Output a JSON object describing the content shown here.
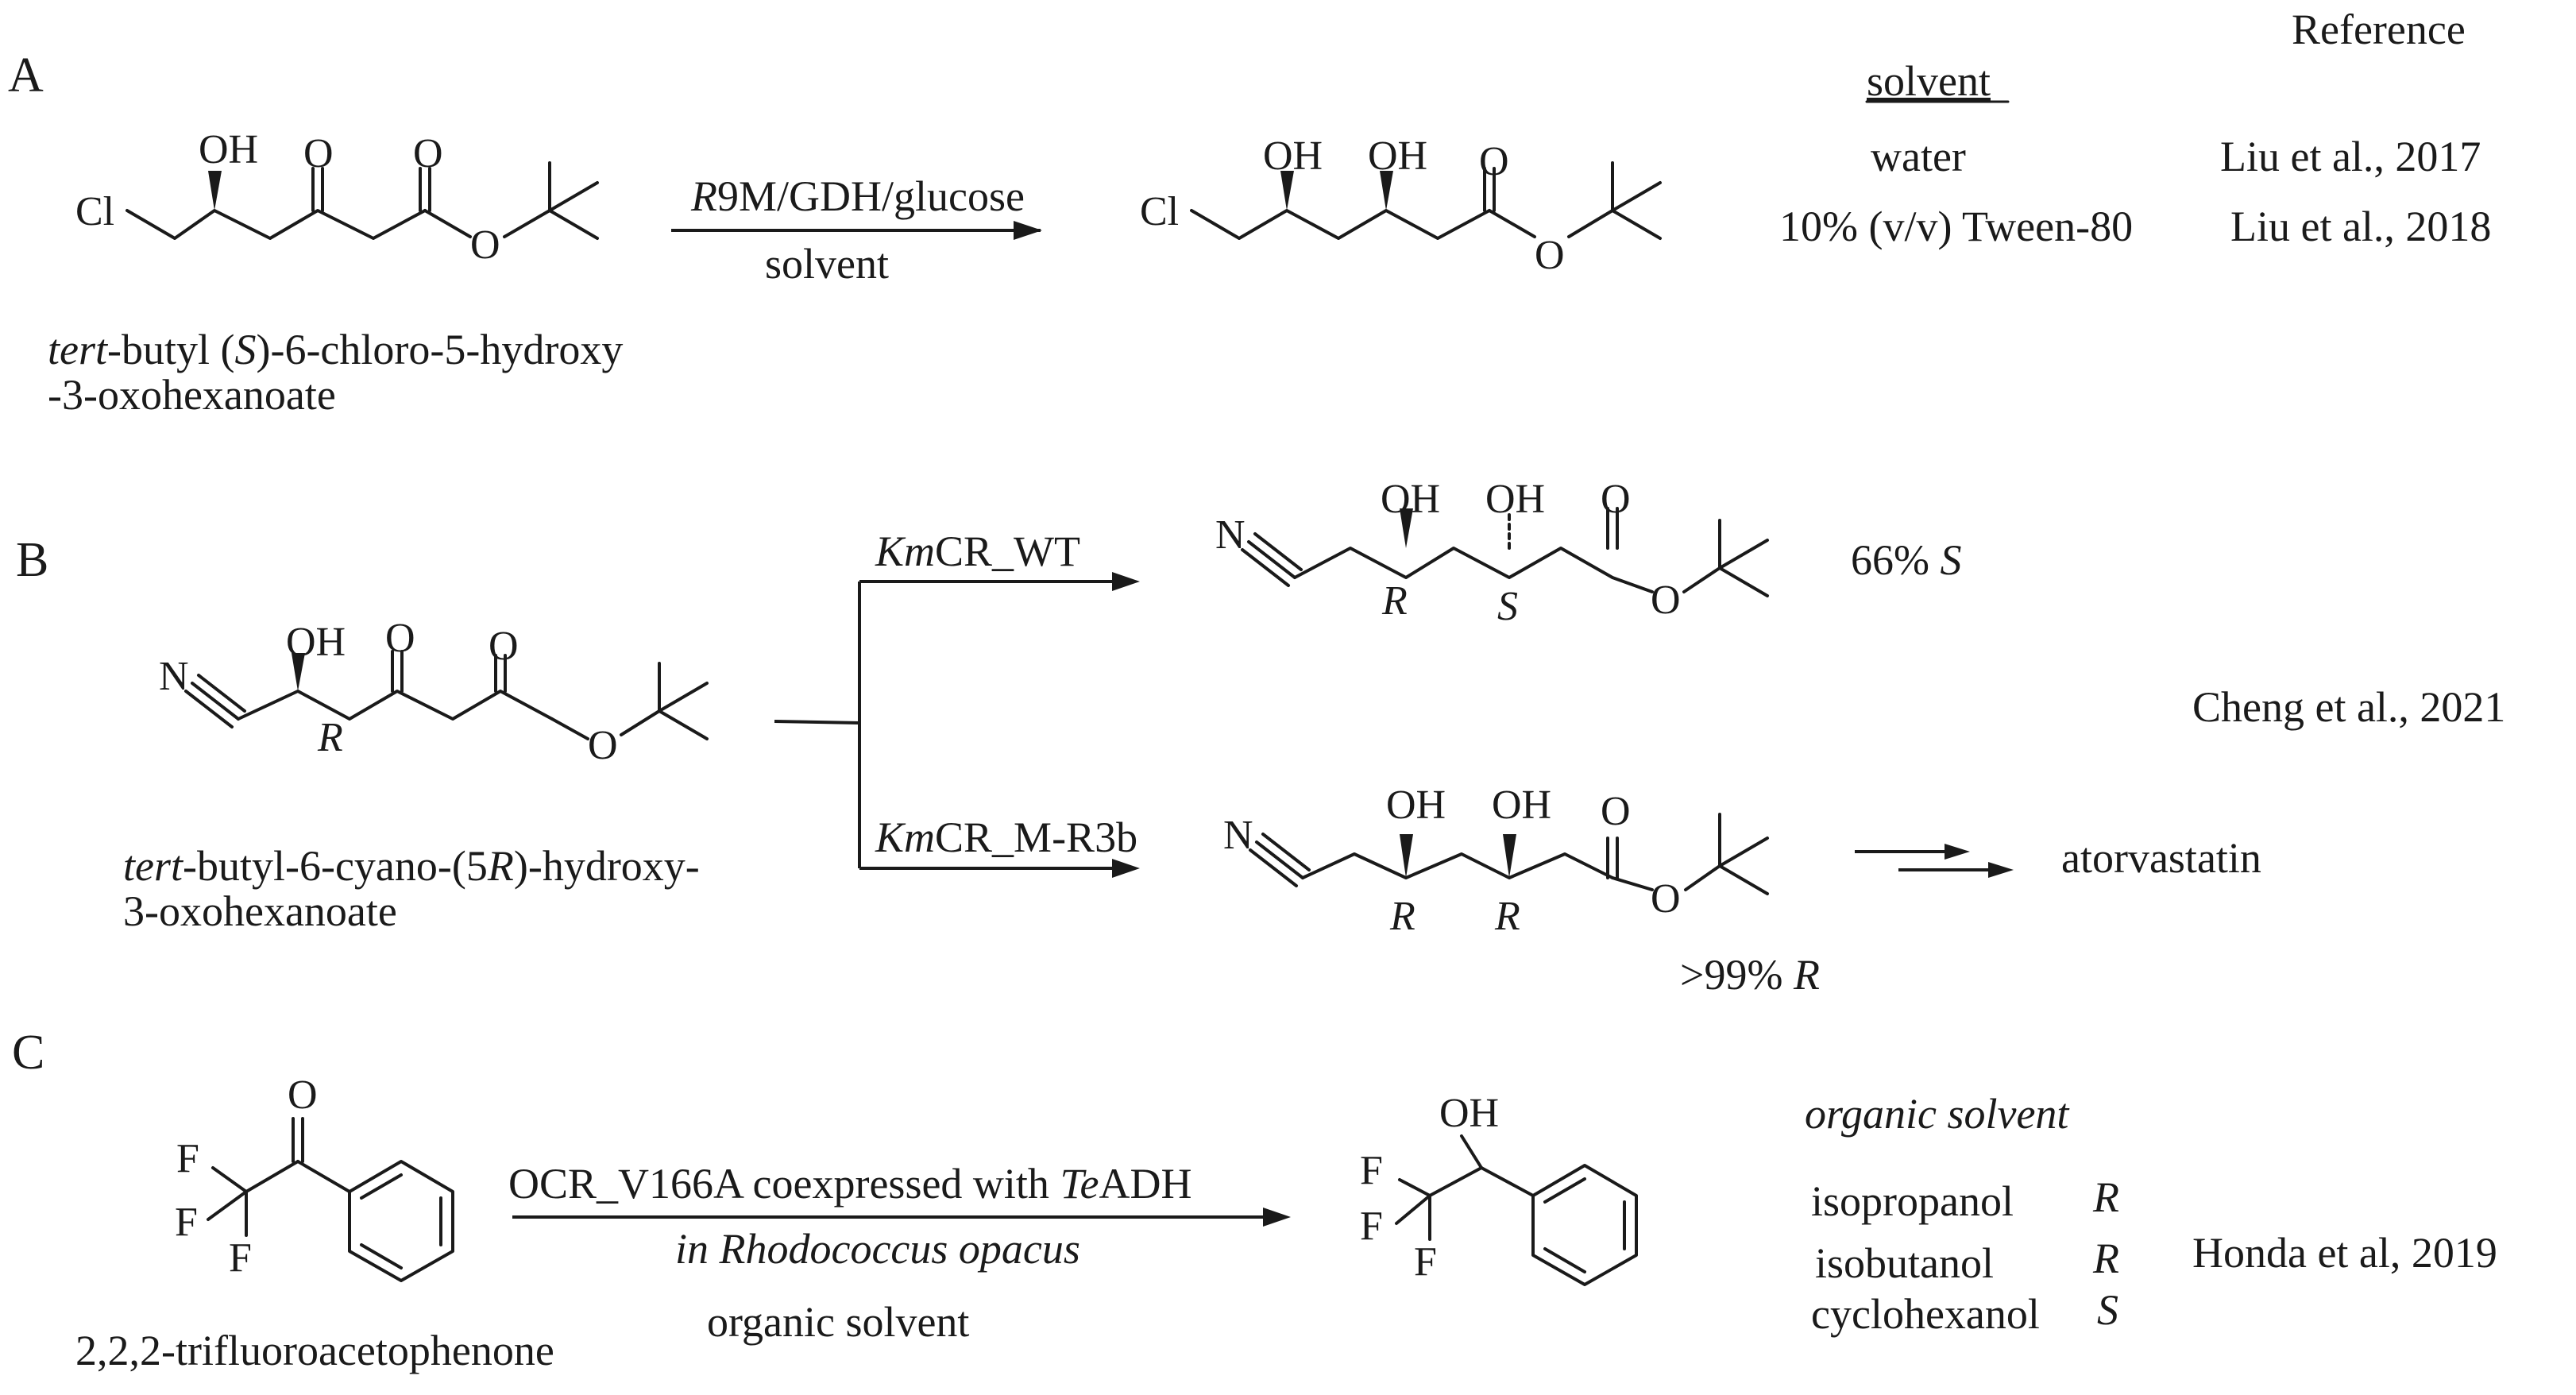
{
  "header": {
    "reference": "Reference"
  },
  "panel_a": {
    "label": "A",
    "substrate_name_line1_italic": "tert",
    "substrate_name_line1_a": "-butyl (",
    "substrate_name_line1_s": "S",
    "substrate_name_line1_b": ")-6-chloro-5-hydroxy",
    "substrate_name_line2": "-3-oxohexanoate",
    "reagent_italic": "R",
    "reagent_rest": "9M/GDH/glucose",
    "condition": "solvent",
    "solvent_header": "solvent",
    "rows": [
      {
        "solvent": "water",
        "reference": "Liu et al., 2017"
      },
      {
        "solvent": "10% (v/v) Tween-80",
        "reference": "Liu et al., 2018"
      }
    ],
    "atoms": {
      "cl": "Cl",
      "oh": "OH",
      "o": "O"
    }
  },
  "panel_b": {
    "label": "B",
    "substrate_name_line1_italic": "tert",
    "substrate_name_line1_a": "-butyl-6-cyano-(5",
    "substrate_name_line1_r": "R",
    "substrate_name_line1_b": ")-hydroxy-",
    "substrate_name_line2": "3-oxohexanoate",
    "enzyme_wt_italic": "Km",
    "enzyme_wt_rest": "CR_WT",
    "enzyme_mut_italic": "Km",
    "enzyme_mut_rest": "CR_M-R3b",
    "result_wt_value": "66%",
    "result_wt_config": "S",
    "result_mut_value": ">99%",
    "result_mut_config": "R",
    "final_product": "atorvastatin",
    "reference": "Cheng et al., 2021",
    "atoms": {
      "n": "N",
      "oh": "OH",
      "o": "O",
      "r": "R",
      "s": "S"
    }
  },
  "panel_c": {
    "label": "C",
    "substrate_name": "2,2,2-trifluoroacetophenone",
    "enzyme_line_a": "OCR_V166A  coexpressed with ",
    "enzyme_line_italic": "Te",
    "enzyme_line_b": "ADH",
    "host_line": "in Rhodococcus opacus",
    "condition": "organic solvent",
    "solvent_header": "organic solvent",
    "rows": [
      {
        "solvent": "isopropanol",
        "config": "R"
      },
      {
        "solvent": "isobutanol",
        "config": "R"
      },
      {
        "solvent": "cyclohexanol",
        "config": "S"
      }
    ],
    "reference": "Honda et al, 2019",
    "atoms": {
      "f": "F",
      "o": "O",
      "oh": "OH"
    }
  }
}
